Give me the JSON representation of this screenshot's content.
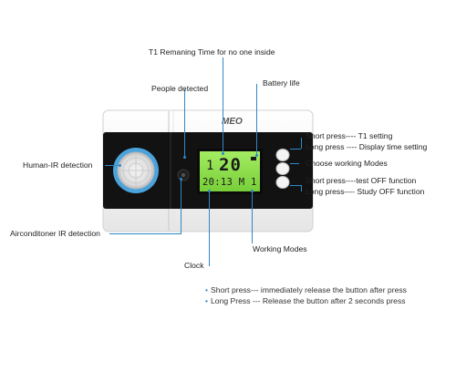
{
  "labels": {
    "t1_remaining": "T1 Remaning Time for no one inside",
    "people_detected": "People detected",
    "battery_life": "Battery life",
    "btn1_short": "Short press---- T1 setting",
    "btn1_long": "Long press ---- Display time setting",
    "btn2": "Choose working Modes",
    "btn3_short": "Short press----test OFF function",
    "btn3_long": "Long press---- Study OFF function",
    "human_ir": "Human-IR detection",
    "aircon_ir": "Airconditoner IR detection",
    "working_modes": "Working Modes",
    "clock": "Clock"
  },
  "device": {
    "brand": "MEO",
    "lcd_top": "20",
    "lcd_top_left": "1",
    "lcd_bottom": "20:13 M 1"
  },
  "notes": [
    "Short press--- immediately release the button after press",
    "Long Press --- Release the button after 2 seconds press"
  ],
  "colors": {
    "leader": "#2f88c8",
    "lcd": "#8fe04a",
    "bezel": "#111111",
    "body": "#f2f2f2"
  }
}
